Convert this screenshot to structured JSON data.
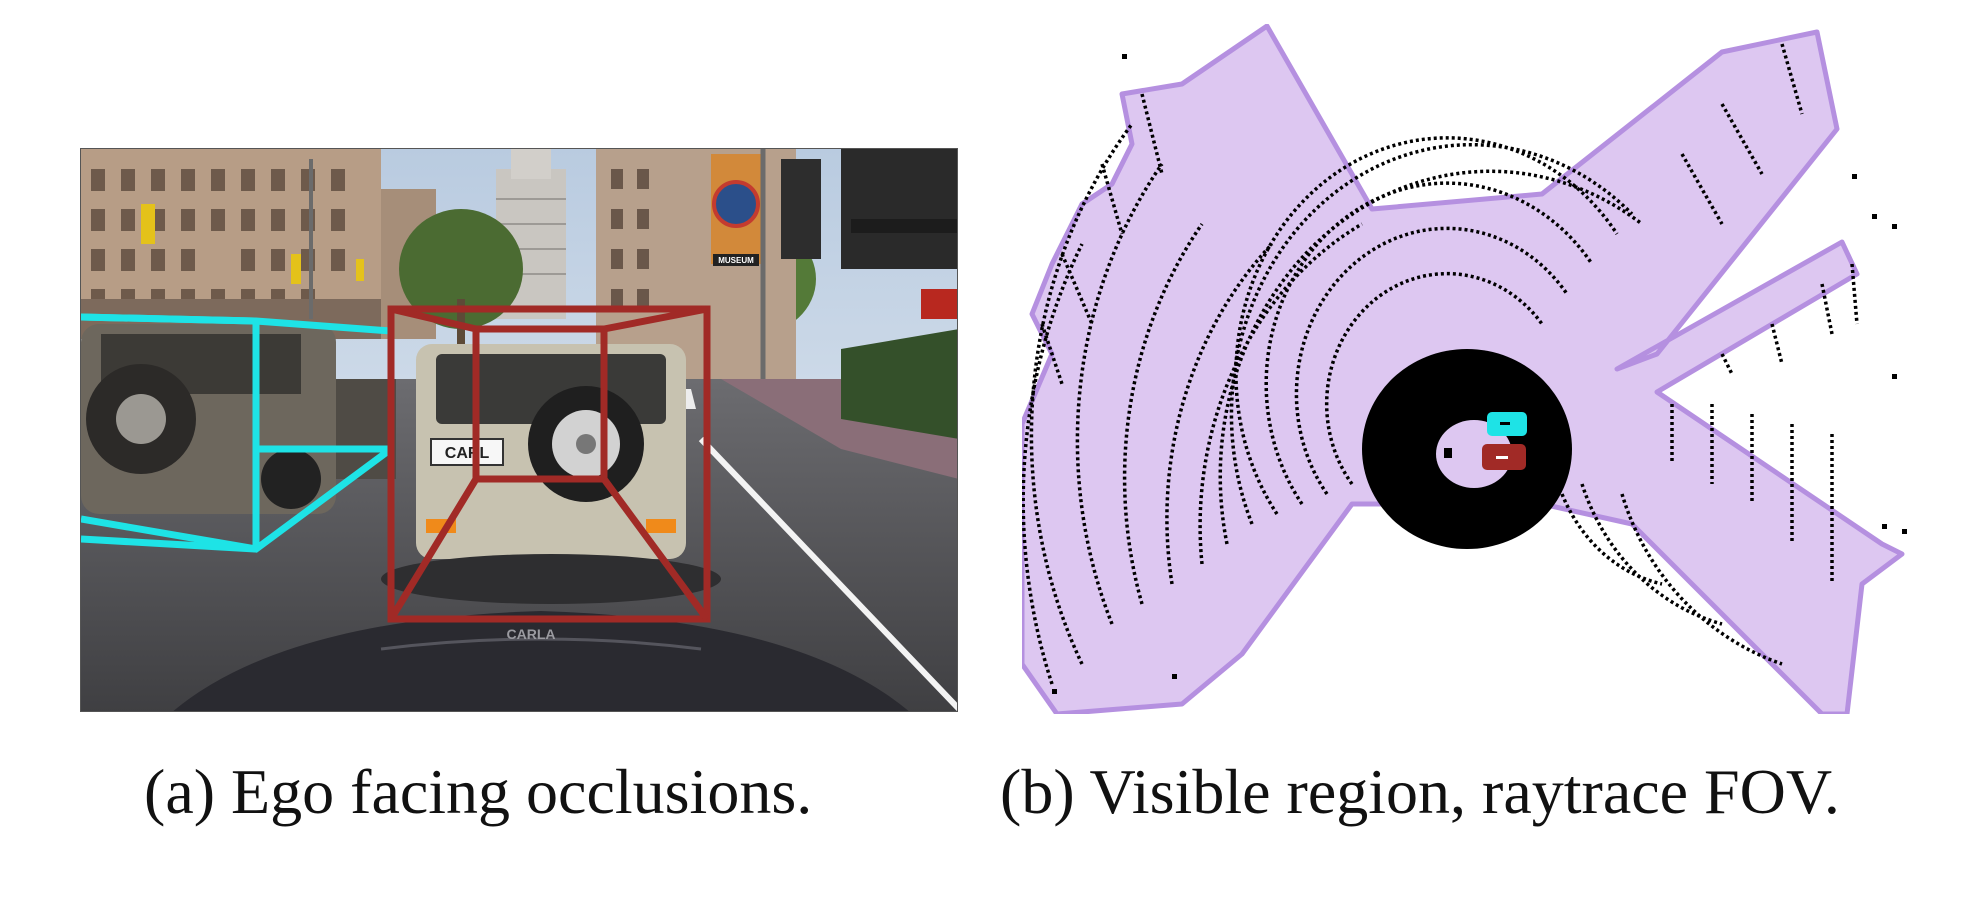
{
  "figure": {
    "caption_a": "(a) Ego facing occlusions.",
    "caption_b": "(b) Visible region, raytrace FOV.",
    "sign_text": "MUSEUM",
    "plate_text": "CARL",
    "plate_reflection": "CARLA"
  },
  "colors": {
    "occluder_box": "#1ee3e6",
    "target_box": "#a12a26",
    "visible_region": "#ddc7f1",
    "region_outline": "#b590e0",
    "lidar_points": "#000000"
  }
}
